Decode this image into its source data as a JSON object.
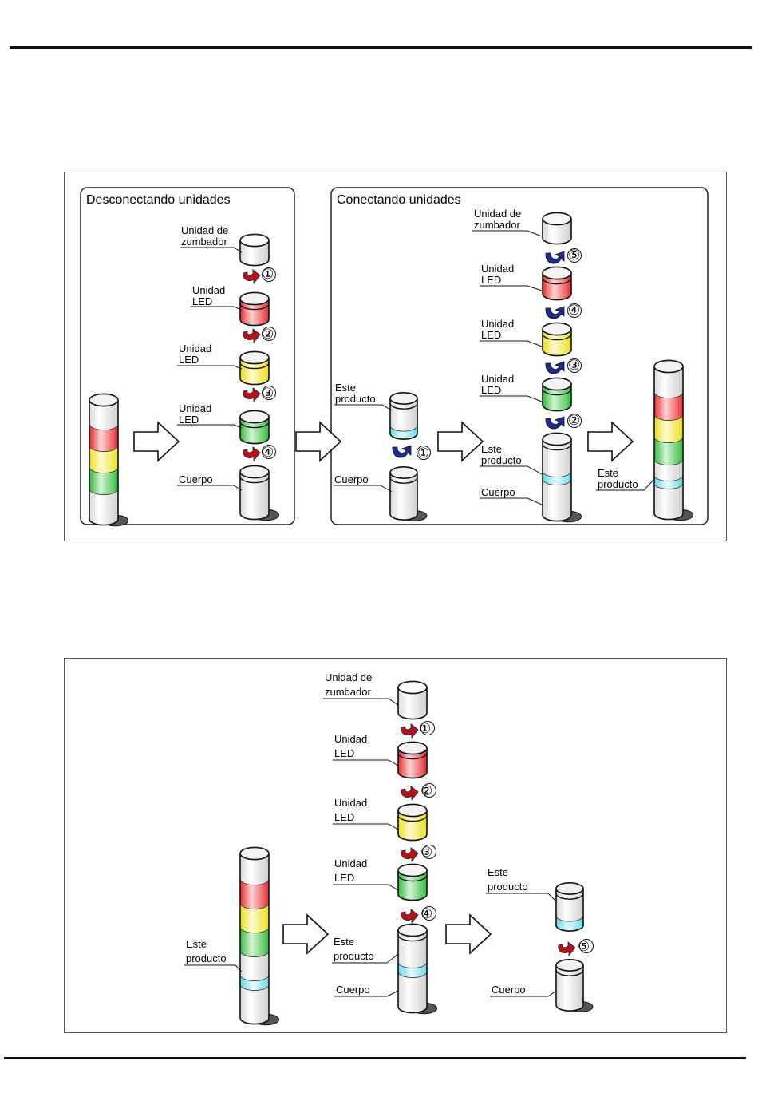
{
  "panel_disconnect": {
    "title": "Desconectando unidades",
    "buzzer": [
      "Unidad de",
      "zumbador"
    ],
    "led": [
      "Unidad",
      "LED"
    ],
    "body": "Cuerpo",
    "steps": [
      "①",
      "②",
      "③",
      "④"
    ]
  },
  "panel_connect": {
    "title": "Conectando unidades",
    "buzzer": [
      "Unidad de",
      "zumbador"
    ],
    "led": [
      "Unidad",
      "LED"
    ],
    "product": [
      "Este",
      "producto"
    ],
    "body": "Cuerpo",
    "steps": [
      "①",
      "②",
      "③",
      "④",
      "⑤"
    ]
  },
  "bottom_diagram": {
    "buzzer": [
      "Unidad de",
      "zumbador"
    ],
    "led": [
      "Unidad",
      "LED"
    ],
    "product": [
      "Este",
      "producto"
    ],
    "body": "Cuerpo",
    "steps": [
      "①",
      "②",
      "③",
      "④",
      "⑤"
    ]
  },
  "colors": {
    "led_red": "#e8383d",
    "led_yellow": "#f2ea3a",
    "led_green": "#3ec447",
    "product_cyan": "#7fe2ee",
    "arrow_red": "#b5121b",
    "arrow_blue": "#1d2d8f"
  }
}
